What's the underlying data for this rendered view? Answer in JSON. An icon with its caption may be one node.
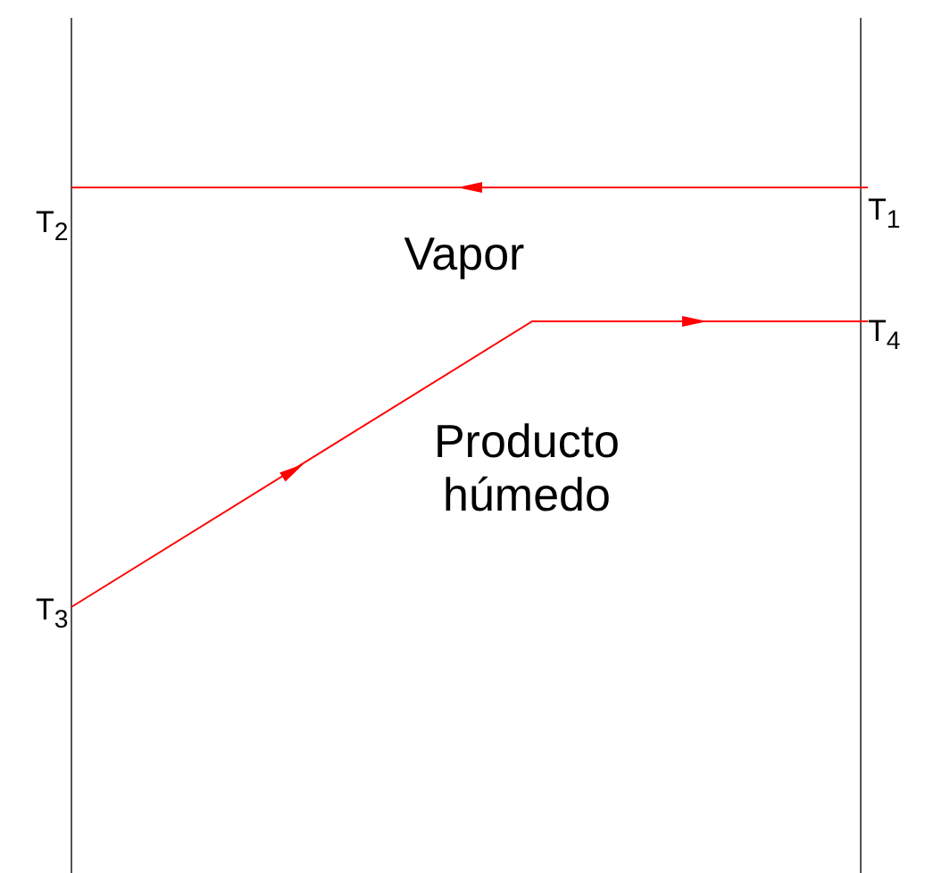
{
  "diagram": {
    "nodes": [
      {
        "text": [
          "T$_{2}$"
        ]
      },
      {
        "text": [
          "T$_{1}$"
        ]
      },
      {
        "text": [
          "T$_{4}$"
        ]
      },
      {
        "text": [
          "T$_{3}$"
        ]
      }
    ],
    "edges": [
      {
        "from": 1,
        "to": 0,
        "arrow": "to"
      },
      {
        "from": 3,
        "to": 2,
        "arrow": "to"
      }
    ],
    "labels": [
      "Vapor",
      "Producto húmedo"
    ]
  }
}
